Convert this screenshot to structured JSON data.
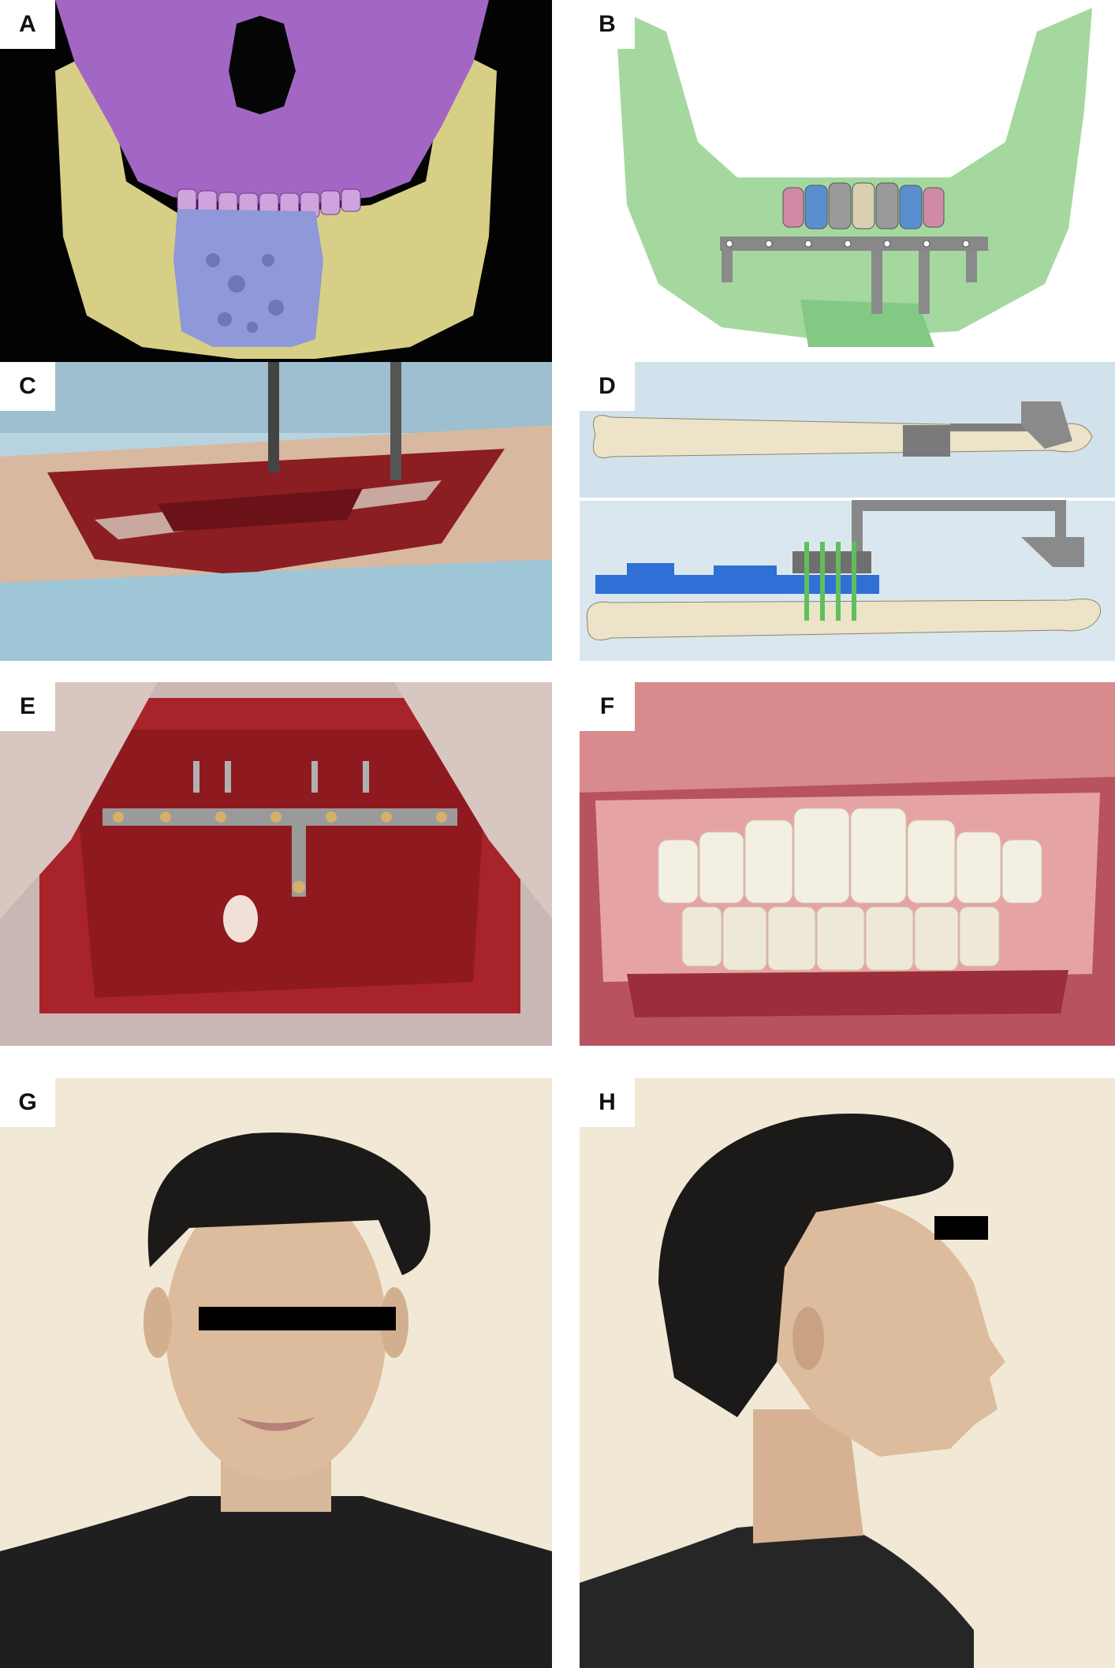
{
  "figure": {
    "panels": [
      {
        "label": "A",
        "content": "skull-3d-model"
      },
      {
        "label": "B",
        "content": "mandible-reconstruction-plan"
      },
      {
        "label": "C",
        "content": "fibula-harvest-photo"
      },
      {
        "label": "D",
        "content": "fibula-cutting-guide-model"
      },
      {
        "label": "E",
        "content": "intraoperative-plate-photo"
      },
      {
        "label": "F",
        "content": "postoperative-dentition-photo"
      },
      {
        "label": "G",
        "content": "patient-frontal-photo"
      },
      {
        "label": "H",
        "content": "patient-profile-photo"
      }
    ]
  }
}
